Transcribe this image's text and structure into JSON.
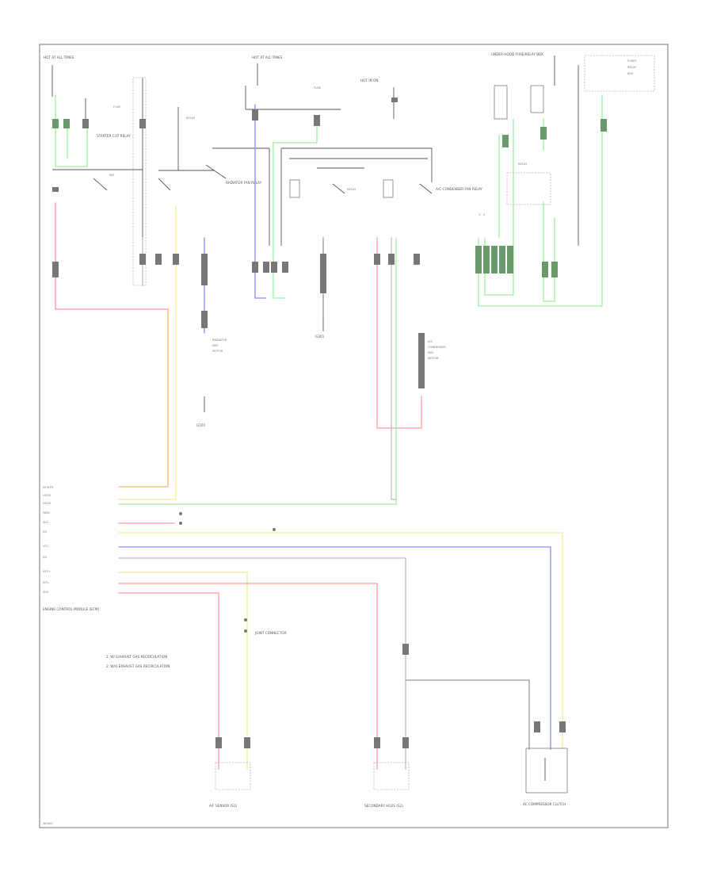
{
  "diagram": {
    "labels": {
      "fuse_left": "HOT AT ALL TIMES",
      "fuse_mid": "HOT AT ALL TIMES",
      "fuse_right": "HOT IN ON",
      "box_right": "UNDER-HOOD FUSE/RELAY BOX",
      "relay_a": "STARTER CUT RELAY",
      "relay_b": "RADIATOR FAN RELAY",
      "relay_c": "A/C CONDENSER FAN RELAY",
      "ground_1": "G101",
      "ground_2": "G301",
      "ecm": "ENGINE CONTROL MODULE (ECM)",
      "sensor_left": "A/F SENSOR (S1)",
      "sensor_mid": "SECONDARY HO2S (S2)",
      "module_right": "AC COMPRESSOR CLUTCH",
      "legend_1": "1: W/ EXHAUST GAS RECIRCULATION",
      "legend_2": "2: W/O EXHAUST GAS RECIRCULATION",
      "note_mid": "JOINT CONNECTOR",
      "footer_code": "W0000"
    }
  }
}
